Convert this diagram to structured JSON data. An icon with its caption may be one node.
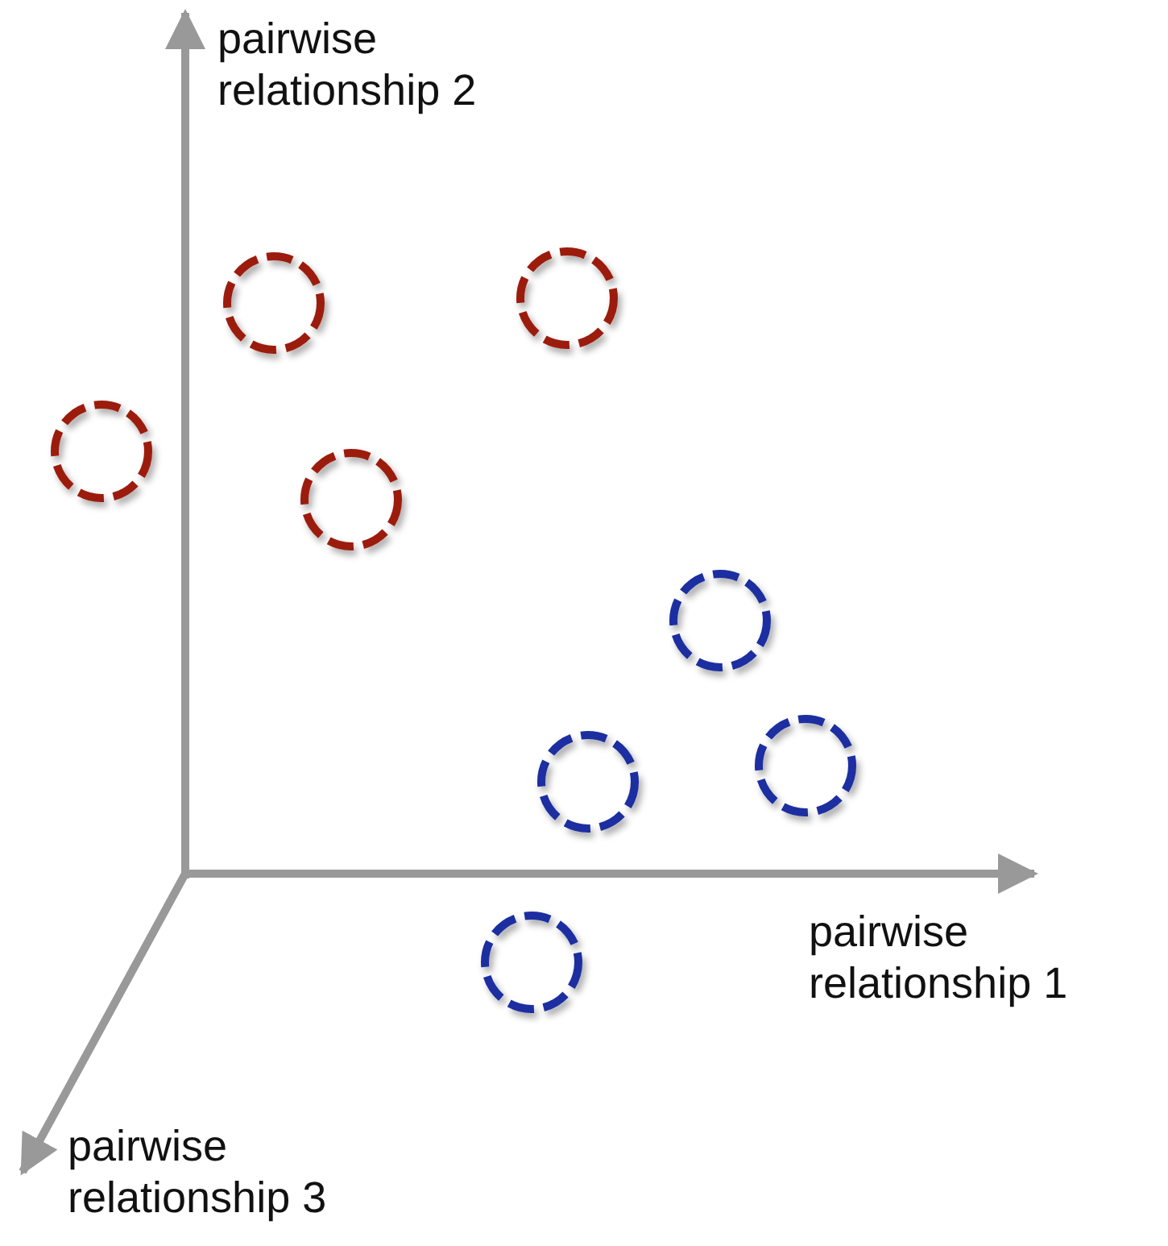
{
  "diagram": {
    "labels": [
      "pairwise relationship 2",
      "pairwise relationship 1",
      "pairwise relationship 3"
    ]
  }
}
